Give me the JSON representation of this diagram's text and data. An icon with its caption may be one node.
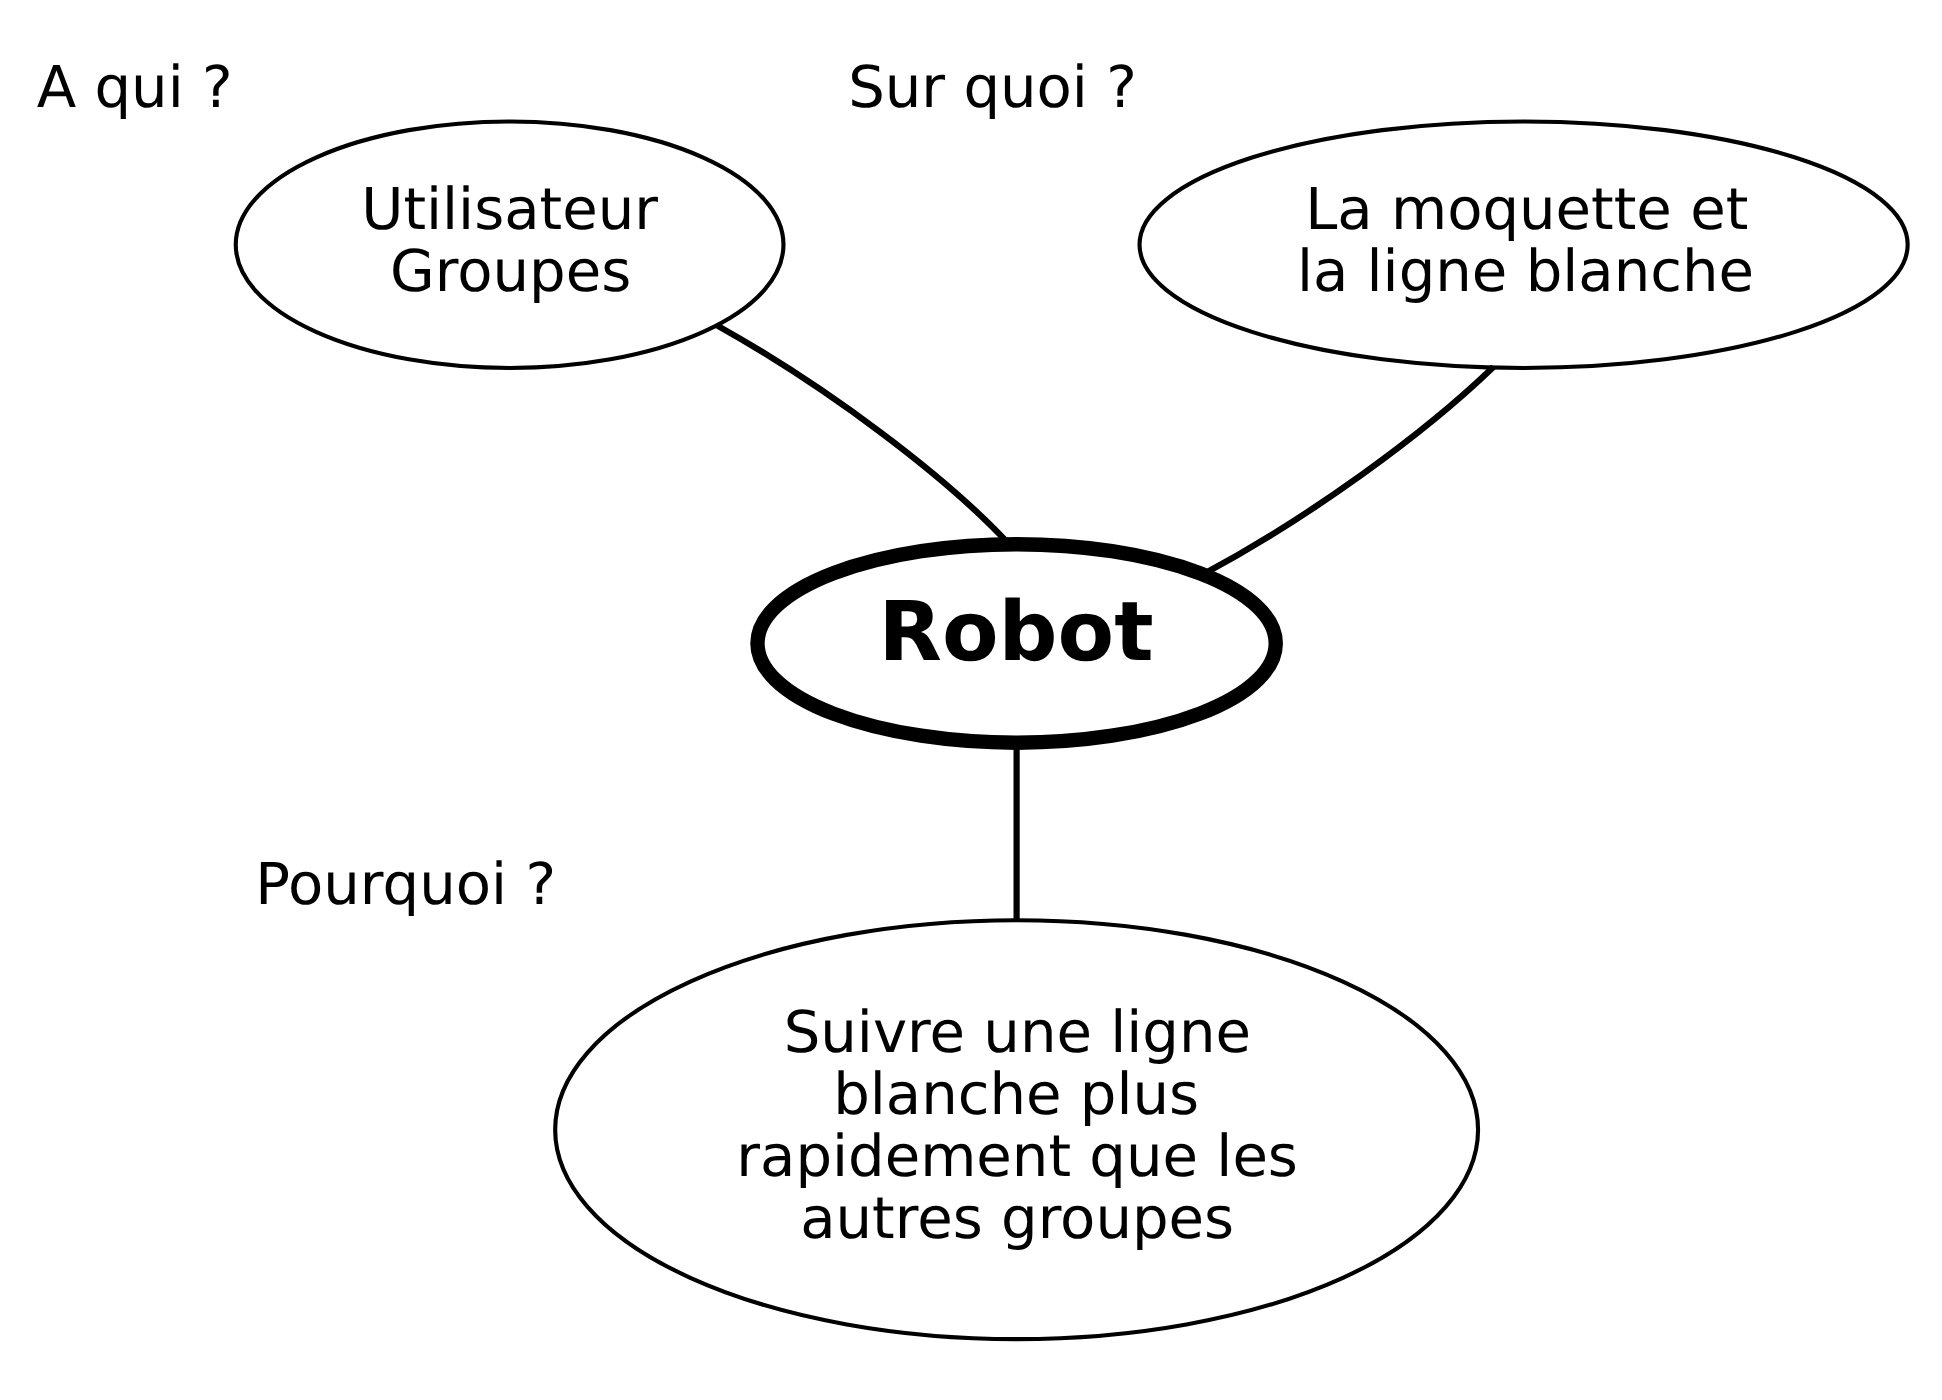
{
  "diagram": {
    "nodes": [
      {
        "text": [
          "Utilisateur Groupes"
        ],
        "beside": [
          "A qui ?"
        ]
      },
      {
        "text": [
          "La moquette et la ligne blanche"
        ],
        "beside": [
          "Sur quoi ?"
        ]
      },
      {
        "text": [
          "Robot"
        ]
      },
      {
        "text": [
          "Suivre une ligne blanche plus rapidement que les autres groupes"
        ],
        "beside": [
          "Pourquoi ?"
        ]
      }
    ],
    "edges": [
      {
        "from": 2,
        "to": 0,
        "arrow": "none"
      },
      {
        "from": 2,
        "to": 1,
        "arrow": "none"
      },
      {
        "from": 2,
        "to": 3,
        "arrow": "none"
      }
    ]
  }
}
